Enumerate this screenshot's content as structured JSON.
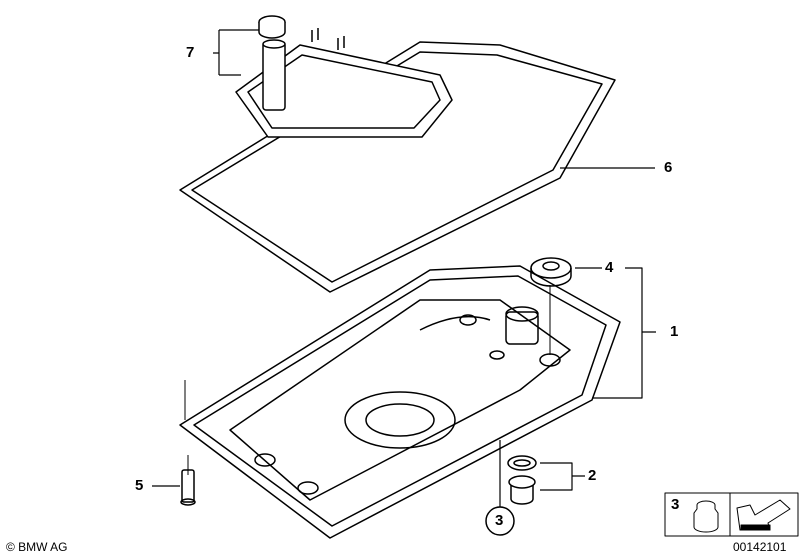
{
  "labels": {
    "filter": "7",
    "gasket": "6",
    "grommet": "4",
    "pan_assembly": "1",
    "drain_plug": "2",
    "bolt": "5",
    "plug_circled": "3"
  },
  "legend_box": {
    "number": "3"
  },
  "copyright": "© BMW AG",
  "diagram_code": "00142101"
}
